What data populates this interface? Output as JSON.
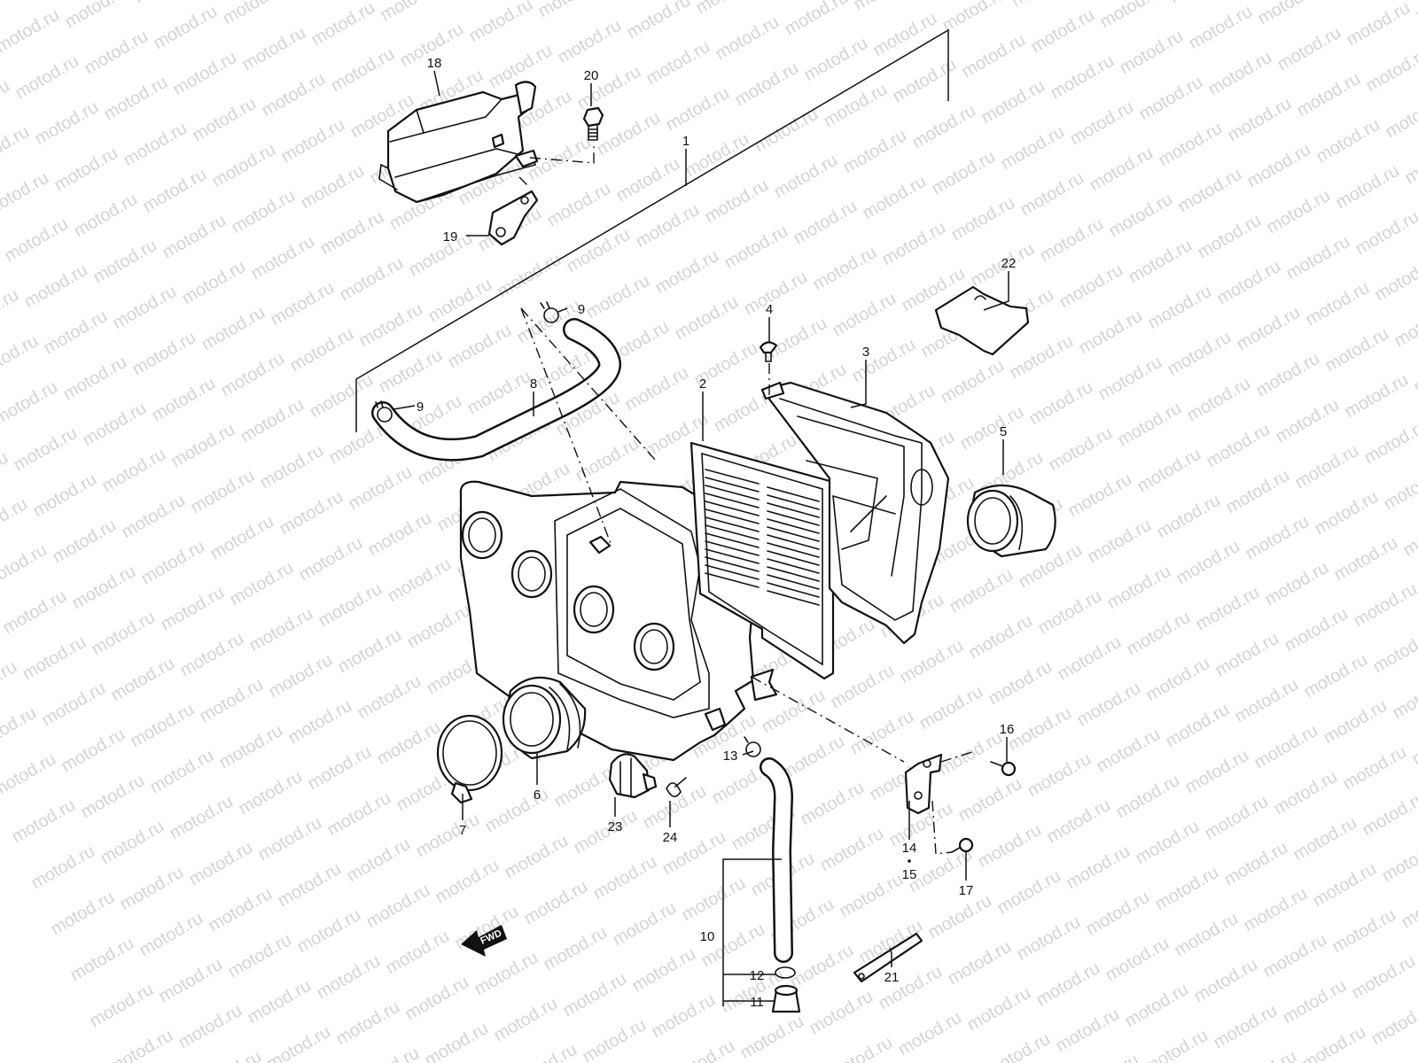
{
  "watermark": "motod.ru",
  "fwd_label": "FWD",
  "callouts": [
    {
      "id": "1",
      "text": "1"
    },
    {
      "id": "2",
      "text": "2"
    },
    {
      "id": "3",
      "text": "3"
    },
    {
      "id": "4",
      "text": "4"
    },
    {
      "id": "5",
      "text": "5"
    },
    {
      "id": "6",
      "text": "6"
    },
    {
      "id": "7",
      "text": "7"
    },
    {
      "id": "8",
      "text": "8"
    },
    {
      "id": "9a",
      "text": "9"
    },
    {
      "id": "9b",
      "text": "9"
    },
    {
      "id": "10",
      "text": "10"
    },
    {
      "id": "11",
      "text": "11"
    },
    {
      "id": "12",
      "text": "12"
    },
    {
      "id": "13",
      "text": "13"
    },
    {
      "id": "14",
      "text": "14"
    },
    {
      "id": "15",
      "text": "15"
    },
    {
      "id": "16",
      "text": "16"
    },
    {
      "id": "17",
      "text": "17"
    },
    {
      "id": "18",
      "text": "18"
    },
    {
      "id": "19",
      "text": "19"
    },
    {
      "id": "20",
      "text": "20"
    },
    {
      "id": "21",
      "text": "21"
    },
    {
      "id": "22",
      "text": "22"
    },
    {
      "id": "23",
      "text": "23"
    },
    {
      "id": "24",
      "text": "24"
    }
  ]
}
